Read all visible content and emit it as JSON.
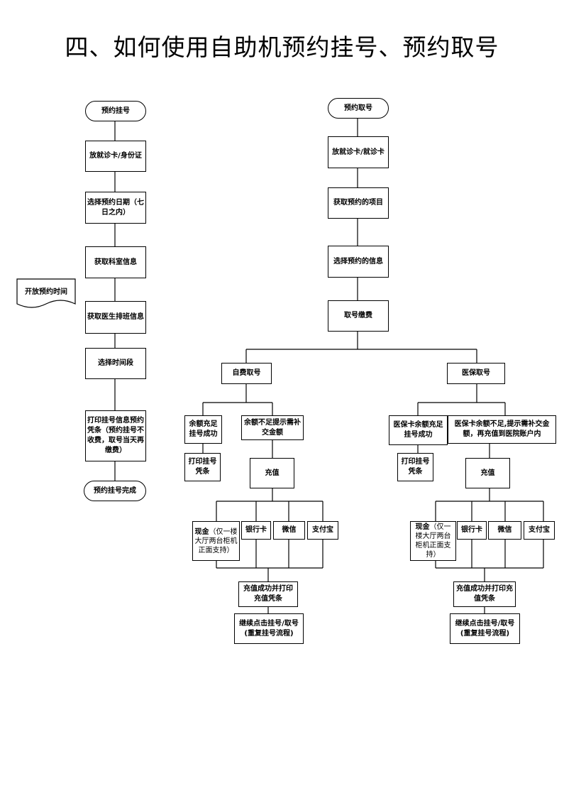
{
  "title": "四、如何使用自助机预约挂号、预约取号",
  "doc_note": "开放预约时间",
  "left_flow": {
    "start": "预约挂号",
    "step1": "放就诊卡/身份证",
    "step2": "选择预约日期（七日之内）",
    "step3": "获取科室信息",
    "step4": "获取医生排班信息",
    "step5": "选择时间段",
    "step6": "打印挂号信息预约凭条（预约挂号不收费，取号当天再缴费）",
    "end": "预约挂号完成"
  },
  "right_flow": {
    "start": "预约取号",
    "step1": "放就诊卡/就诊卡",
    "step2": "获取预约的项目",
    "step3": "选择预约的信息",
    "step4": "取号缴费",
    "branch_self": "自费取号",
    "branch_insurance": "医保取号"
  },
  "self_pay": {
    "enough": "余额充足挂号成功",
    "enough_print": "打印挂号凭条",
    "insufficient": "余额不足提示需补交金额",
    "recharge": "充值",
    "cash_label": "现金",
    "cash_note": "（仅一楼大厅两台柜机正面支持）",
    "bank_card": "银行卡",
    "wechat": "微信",
    "alipay": "支付宝",
    "recharge_done": "充值成功并打印充值凭条",
    "continue": "继续点击挂号/取号(重复挂号流程)"
  },
  "insurance": {
    "enough": "医保卡余额充足挂号成功",
    "enough_print": "打印挂号凭条",
    "insufficient": "医保卡余额不足,提示需补交金额，再充值到医院账户内",
    "recharge": "充值",
    "cash_label": "现金",
    "cash_note": "（仅一楼大厅两台柜机正面支持）",
    "bank_card": "银行卡",
    "wechat": "微信",
    "alipay": "支付宝",
    "recharge_done": "充值成功并打印充值凭条",
    "continue": "继续点击挂号/取号(重复挂号流程)"
  }
}
